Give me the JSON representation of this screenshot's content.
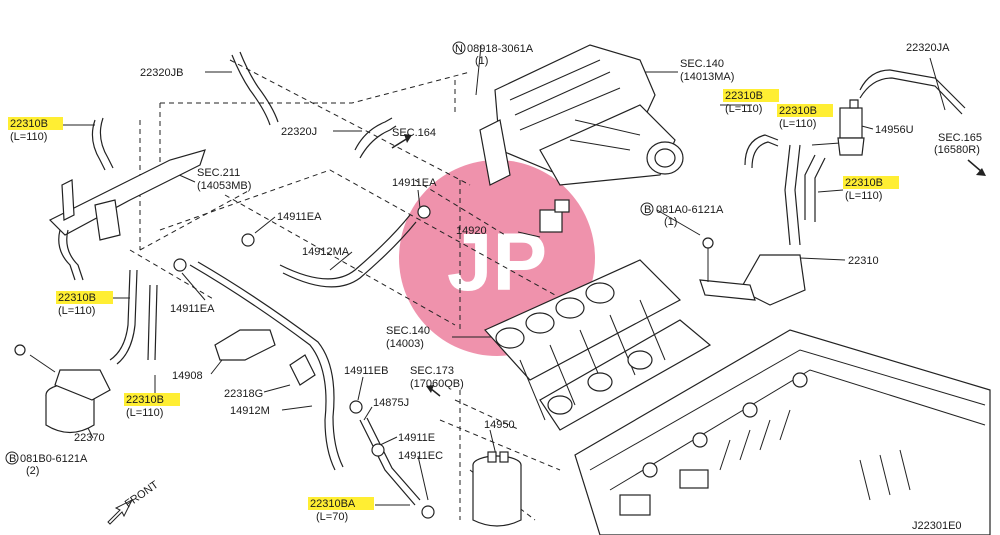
{
  "diagram_code": "J22301E0",
  "watermark": "JP",
  "front_label": "FRONT",
  "labels": {
    "l22320JB": "22320JB",
    "l22320J": "22320J",
    "lsec164": "SEC.164",
    "lsec211a": "SEC.211",
    "lsec211b": "(14053MB)",
    "l14911EA_top": "14911EA",
    "l14911EA_mid": "14911EA",
    "l14912MA": "14912MA",
    "l14911EA_low": "14911EA",
    "l14908": "14908",
    "l22318G": "22318G",
    "l14912M": "14912M",
    "l14911EB": "14911EB",
    "l14875J": "14875J",
    "l14911E": "14911E",
    "l14911EC": "14911EC",
    "l14950": "14950",
    "l22370": "22370",
    "lbolt_b_a": "081B0-6121A",
    "lbolt_b_b": "(2)",
    "lbolt_b_circ": "B",
    "lnut_circ": "N",
    "lnut_a": "08918-3061A",
    "lnut_b": "(1)",
    "lsec140a": "SEC.140",
    "lsec140b": "(14013MA)",
    "lsec140c": "SEC.140",
    "lsec140d": "(14003)",
    "lsec173a": "SEC.173",
    "lsec173b": "(17060QB)",
    "l14920": "14920",
    "lbolt_a_circ": "B",
    "lbolt_a_a": "081A0-6121A",
    "lbolt_a_b": "(1)",
    "l22310": "22310",
    "l22320JA": "22320JA",
    "l14956U": "14956U",
    "lsec165a": "SEC.165",
    "lsec165b": "(16580R)"
  },
  "highlighted_labels": {
    "h1": "22310B",
    "h1len": "(L=110)",
    "h2": "22310B",
    "h2len": "(L=110)",
    "h3": "22310B",
    "h3len": "(L=110)",
    "h4": "22310B",
    "h4len": "(L=110)",
    "h5": "22310B",
    "h5len": "(L=110)",
    "h6": "22310B",
    "h6len": "(L=110)",
    "h7": "22310BA",
    "h7len": "(L=70)"
  },
  "colors": {
    "highlight": "#ffee33",
    "watermark": "#e23a6a",
    "line": "#222222"
  }
}
